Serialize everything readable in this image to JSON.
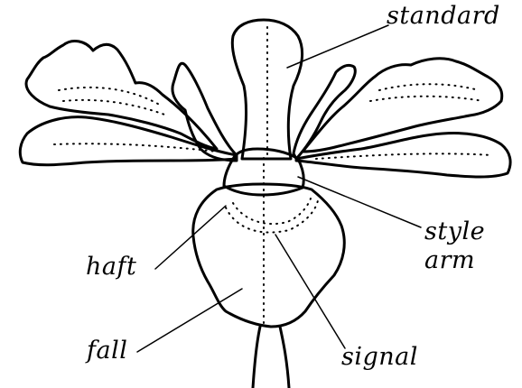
{
  "labels": {
    "standard": "standard",
    "style_arm_line1": "style",
    "style_arm_line2": "arm",
    "haft": "haft",
    "fall": "fall",
    "signal": "signal"
  },
  "colors": {
    "ink": "#000000",
    "background": "#ffffff"
  }
}
